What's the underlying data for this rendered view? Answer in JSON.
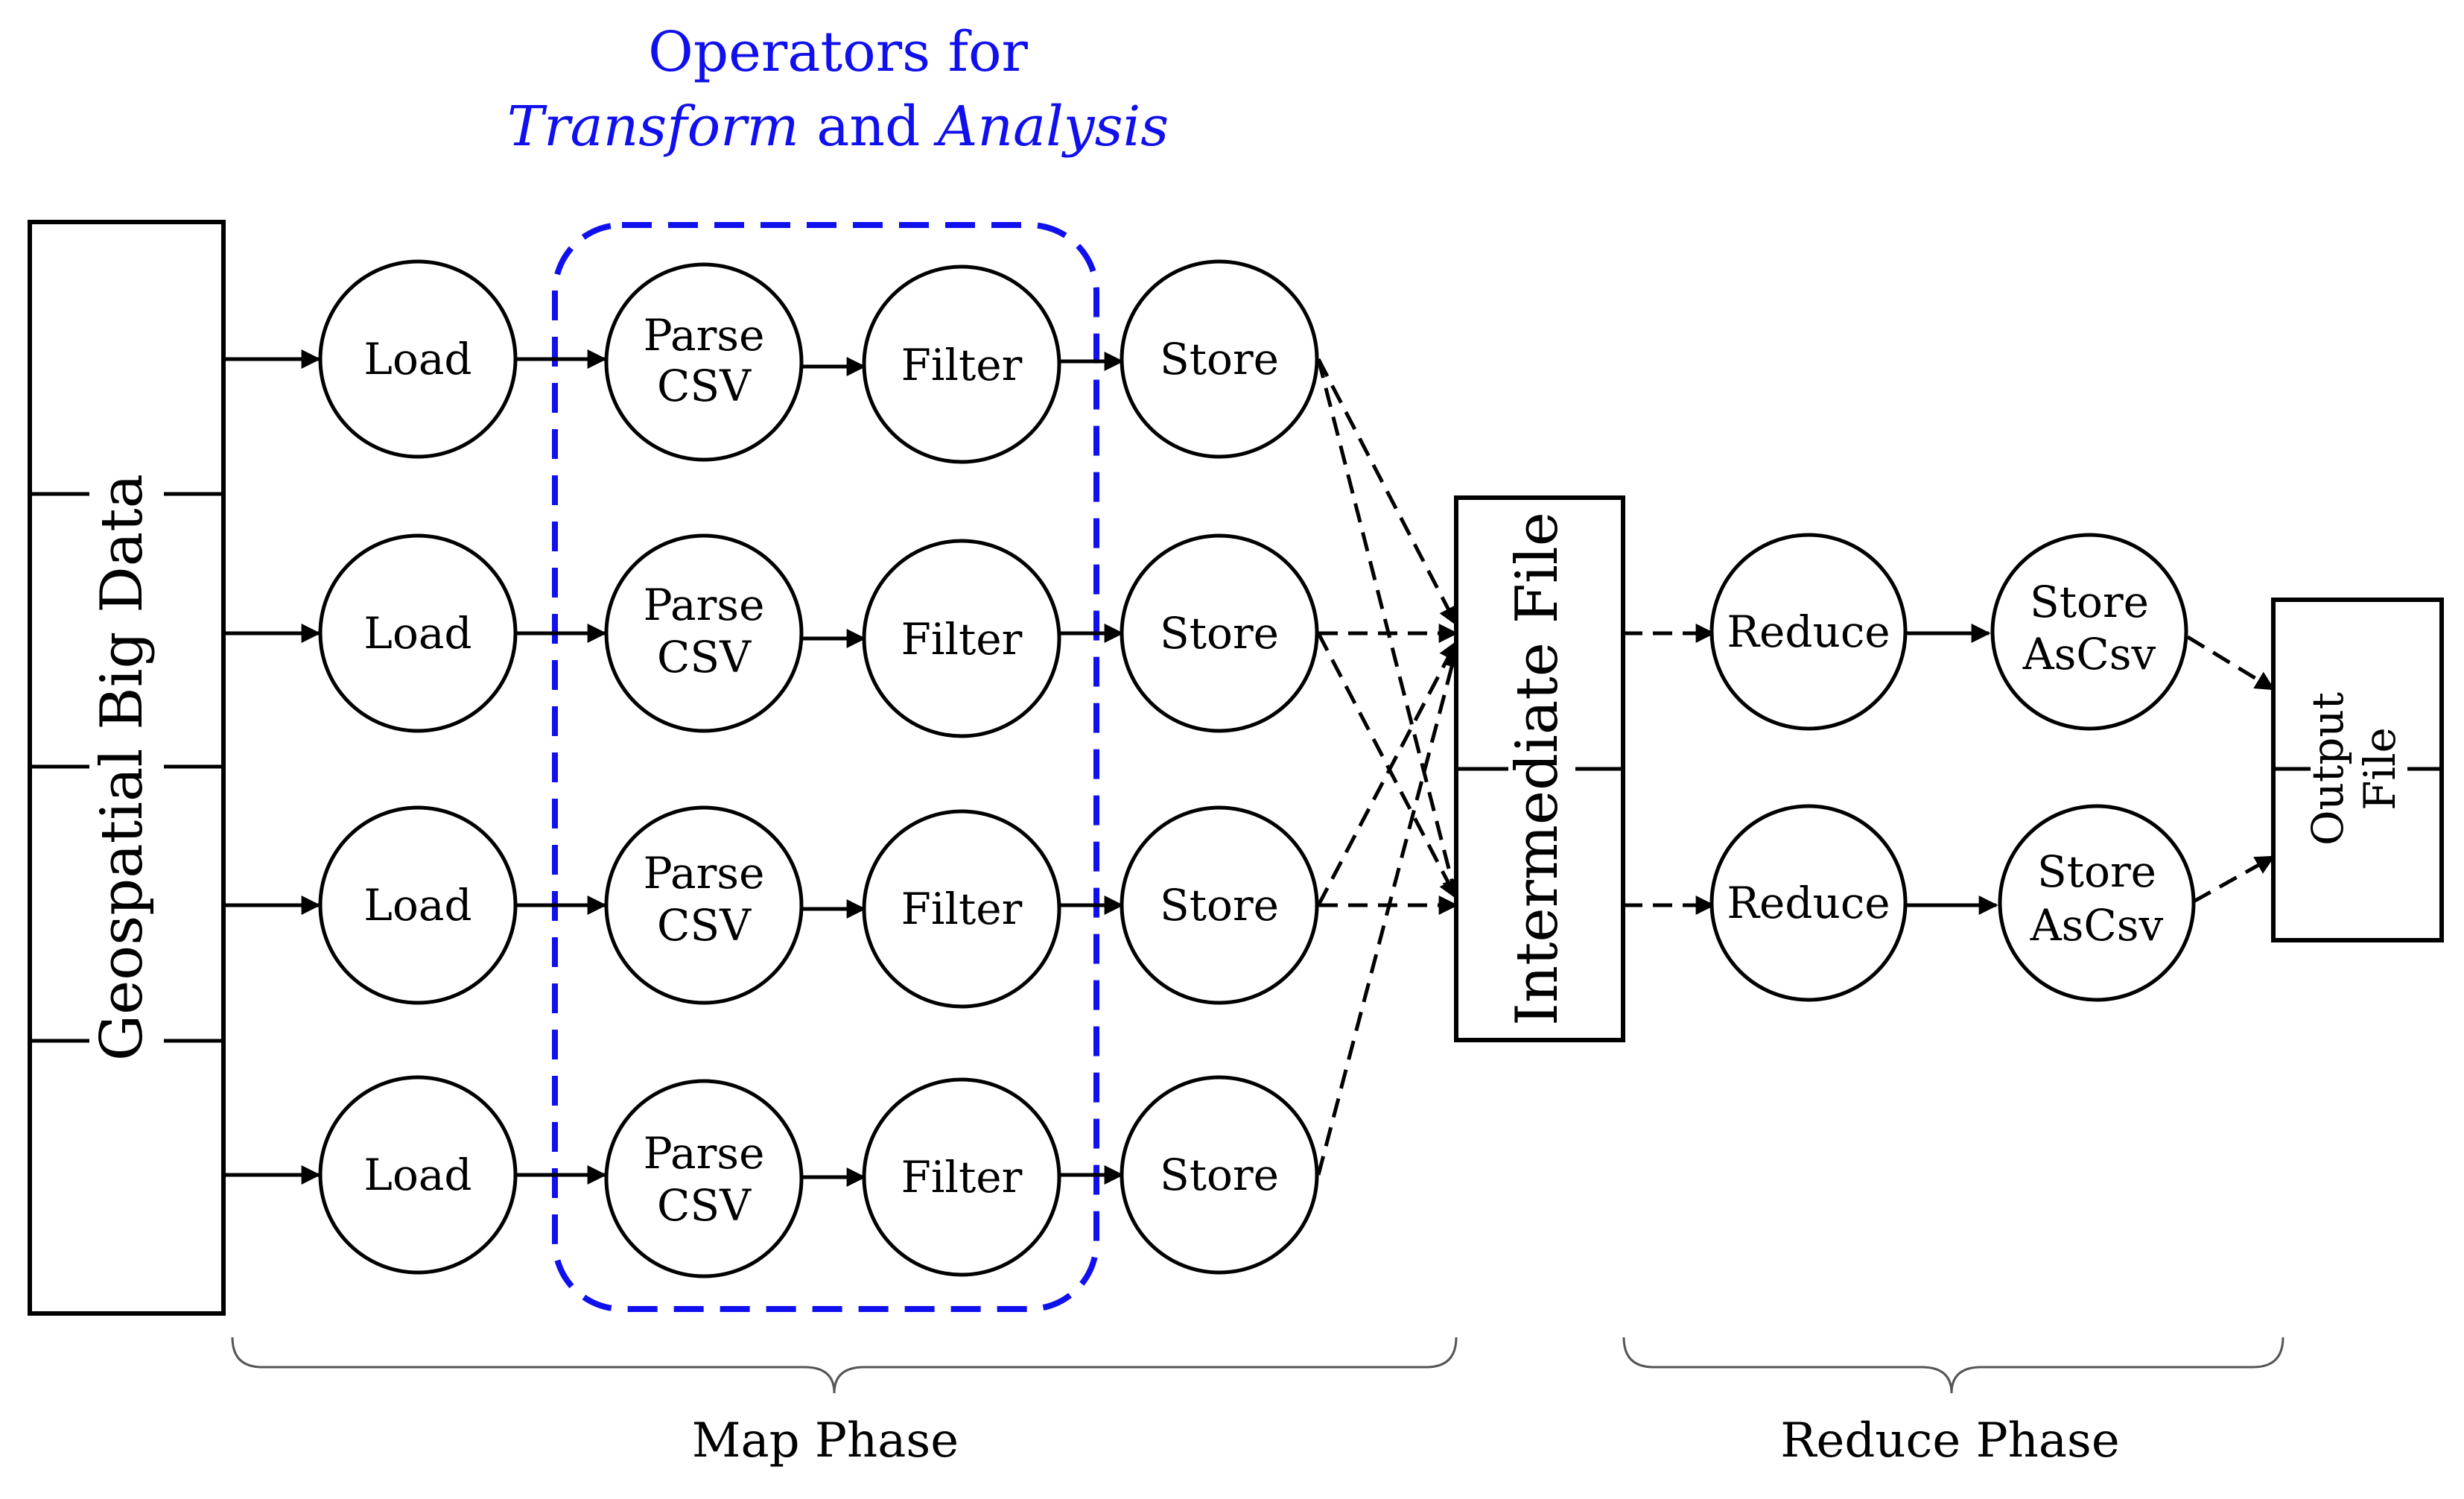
{
  "title": {
    "line1": "Operators for",
    "line2_part1": "Transform",
    "line2_part2": " and ",
    "line2_part3": "Analysis"
  },
  "source": {
    "label": "Geospatial Big Data"
  },
  "map_rows": [
    {
      "load": "Load",
      "parse_line1": "Parse",
      "parse_line2": "CSV",
      "filter": "Filter",
      "store": "Store"
    },
    {
      "load": "Load",
      "parse_line1": "Parse",
      "parse_line2": "CSV",
      "filter": "Filter",
      "store": "Store"
    },
    {
      "load": "Load",
      "parse_line1": "Parse",
      "parse_line2": "CSV",
      "filter": "Filter",
      "store": "Store"
    },
    {
      "load": "Load",
      "parse_line1": "Parse",
      "parse_line2": "CSV",
      "filter": "Filter",
      "store": "Store"
    }
  ],
  "intermediate": {
    "label": "Intermediate File"
  },
  "reduce_rows": [
    {
      "reduce": "Reduce",
      "store_line1": "Store",
      "store_line2": "AsCsv"
    },
    {
      "reduce": "Reduce",
      "store_line1": "Store",
      "store_line2": "AsCsv"
    }
  ],
  "output": {
    "line1": "Output",
    "line2": "File"
  },
  "phases": {
    "map": "Map Phase",
    "reduce": "Reduce Phase"
  },
  "colors": {
    "accent": "#1010ee",
    "ink": "#000000"
  }
}
